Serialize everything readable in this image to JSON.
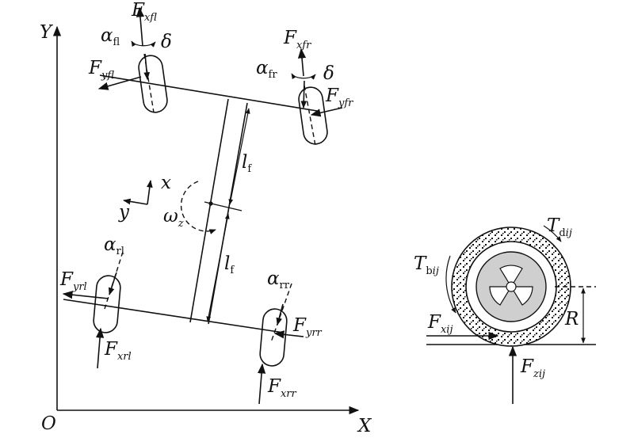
{
  "axes": {
    "origin": "O",
    "x": "X",
    "y": "Y"
  },
  "body_axes": {
    "x": "x",
    "y": "y"
  },
  "yaw_rate": {
    "base": "ω",
    "sub": "z"
  },
  "front_length": {
    "base": "l",
    "sub": "f"
  },
  "rear_length": {
    "base": "l",
    "sub": "f"
  },
  "steer_angle": "δ",
  "wheels": {
    "fl": {
      "fx": {
        "base": "F",
        "sub": "xfl"
      },
      "fy": {
        "base": "F",
        "sub": "yfl"
      },
      "alpha": {
        "base": "α",
        "sub": "fl"
      },
      "delta": "δ"
    },
    "fr": {
      "fx": {
        "base": "F",
        "sub": "xfr"
      },
      "fy": {
        "base": "F",
        "sub": "yfr"
      },
      "alpha": {
        "base": "α",
        "sub": "fr"
      },
      "delta": "δ"
    },
    "rl": {
      "fx": {
        "base": "F",
        "sub": "xrl"
      },
      "fy": {
        "base": "F",
        "sub": "yrl"
      },
      "alpha": {
        "base": "α",
        "sub": "rl"
      }
    },
    "rr": {
      "fx": {
        "base": "F",
        "sub": "xrr"
      },
      "fy": {
        "base": "F",
        "sub": "yrr"
      },
      "alpha": {
        "base": "α",
        "sub": "rr"
      }
    }
  },
  "tire": {
    "drive_torque": {
      "base": "T",
      "sub_up": "d",
      "sub": "ij"
    },
    "brake_torque": {
      "base": "T",
      "sub_up": "b",
      "sub": "ij"
    },
    "long_force": {
      "base": "F",
      "sub": "xij"
    },
    "vert_force": {
      "base": "F",
      "sub": "zij"
    },
    "radius": "R"
  }
}
